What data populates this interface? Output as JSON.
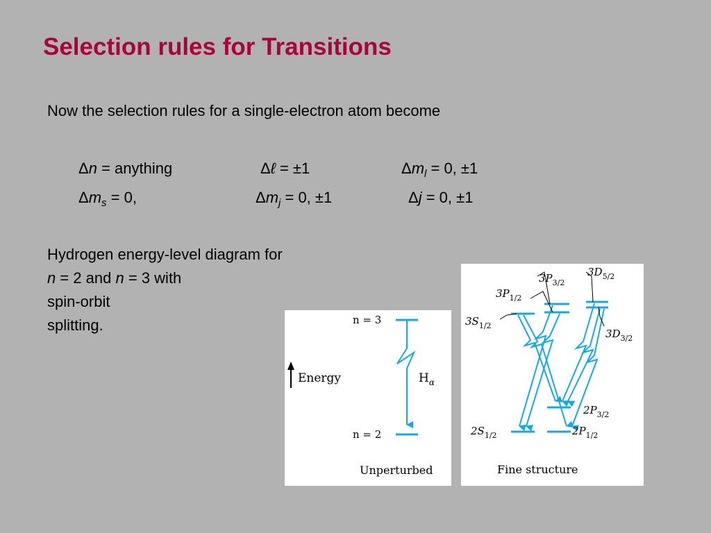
{
  "title": "Selection rules for Transitions",
  "intro": "Now the selection rules for a single-electron atom become",
  "rules": {
    "r1": {
      "delta": "Δ",
      "var": "n",
      "rest": " = anything"
    },
    "r2": {
      "delta": "Δ",
      "var": "ℓ",
      "rest": " = ±1"
    },
    "r3": {
      "delta": "Δ",
      "var": "m",
      "sub": "l",
      "rest": " = 0, ±1"
    },
    "r4": {
      "delta": "Δ",
      "var": "m",
      "sub": "s",
      "rest": " = 0,"
    },
    "r5": {
      "delta": "Δ",
      "var": "m",
      "sub": "j",
      "rest": " = 0, ±1"
    },
    "r6": {
      "delta": "Δ",
      "var": "j",
      "rest": " = 0, ±1"
    }
  },
  "caption": {
    "line1": "Hydrogen energy-level diagram for",
    "line2_var1": "n",
    "line2_mid": " = 2 and ",
    "line2_var2": "n",
    "line2_end": " = 3 with",
    "line3": "spin-orbit",
    "line4": "splitting."
  },
  "unperturbed": {
    "n3": "n = 3",
    "n2": "n = 2",
    "energy": "Energy",
    "h_alpha": "H",
    "h_alpha_sub": "α",
    "label": "Unperturbed"
  },
  "fine_structure": {
    "levels": [
      {
        "main": "3P",
        "sub": "3/2"
      },
      {
        "main": "3D",
        "sub": "5/2"
      },
      {
        "main": "3P",
        "sub": "1/2"
      },
      {
        "main": "3S",
        "sub": "1/2"
      },
      {
        "main": "3D",
        "sub": "3/2"
      },
      {
        "main": "2P",
        "sub": "3/2"
      },
      {
        "main": "2S",
        "sub": "1/2"
      },
      {
        "main": "2P",
        "sub": "1/2"
      }
    ],
    "label": "Fine structure"
  },
  "colors": {
    "title": "#a8043c",
    "background": "#b2b2b2",
    "level_line": "#1aa7e0"
  }
}
